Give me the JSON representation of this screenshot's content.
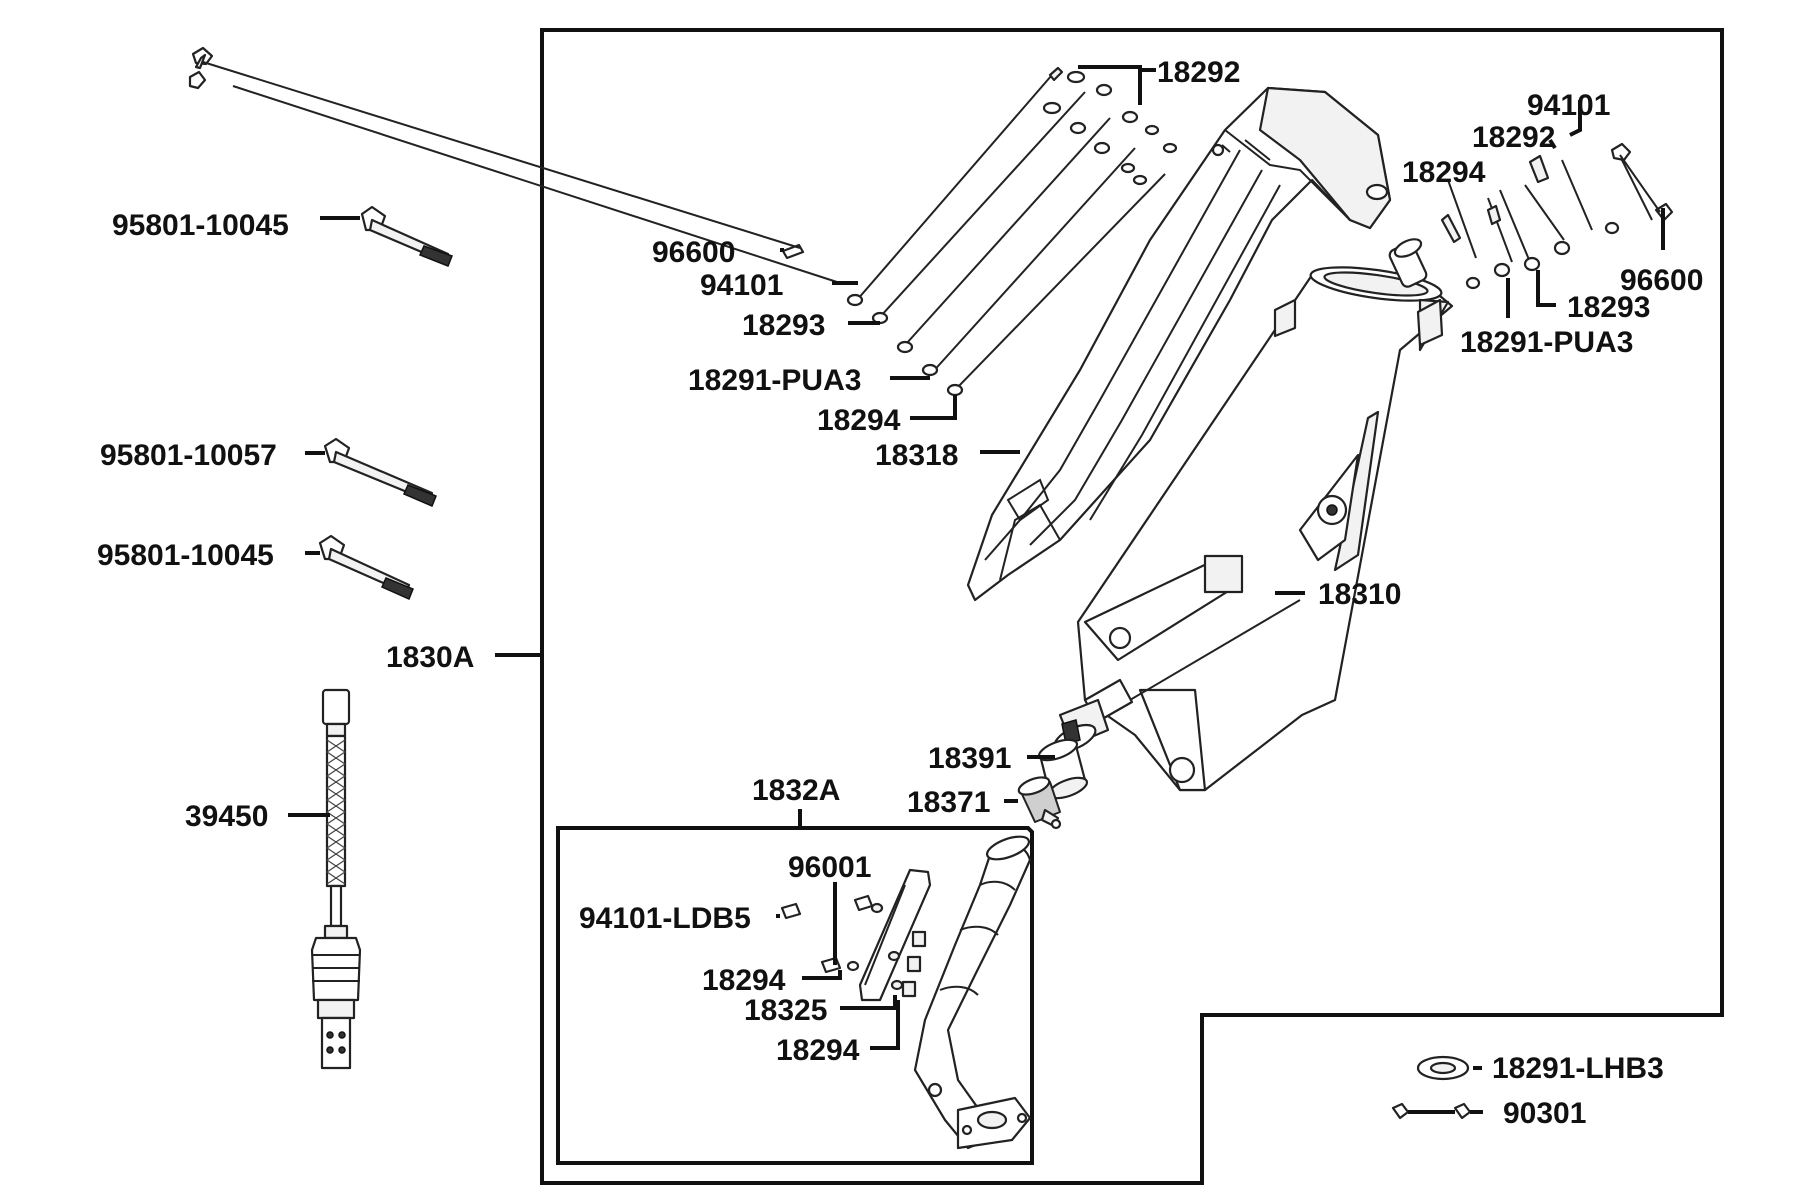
{
  "diagram": {
    "labels": {
      "bolt_top": "95801-10045",
      "bolt_mid": "95801-10057",
      "bolt_low": "95801-10045",
      "sensor": "39450",
      "assembly_muffler": "1830A",
      "assembly_pipe": "1832A",
      "l_96600": "96600",
      "l_94101": "94101",
      "l_18293": "18293",
      "l_18291pua3": "18291-PUA3",
      "l_18294": "18294",
      "l_18292_top": "18292",
      "l_18318": "18318",
      "r_94101": "94101",
      "r_18292": "18292",
      "r_18294": "18294",
      "r_96600": "96600",
      "r_18293": "18293",
      "r_18291pua3": "18291-PUA3",
      "l_18310": "18310",
      "l_18391": "18391",
      "l_18371": "18371",
      "l_96001": "96001",
      "l_94101ldb5": "94101-LDB5",
      "p_18294_a": "18294",
      "p_18325": "18325",
      "p_18294_b": "18294",
      "l_18291lhb3": "18291-LHB3",
      "l_90301": "90301"
    }
  }
}
